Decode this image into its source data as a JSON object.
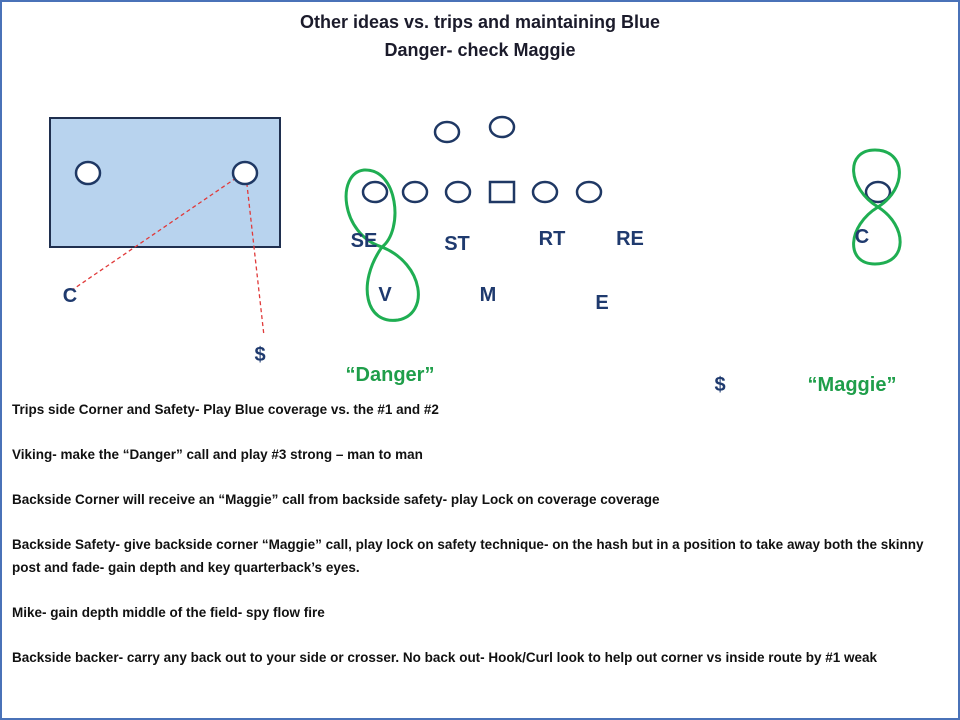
{
  "title": {
    "line1": "Other ideas vs. trips and maintaining Blue",
    "line2": "Danger- check Maggie"
  },
  "labels": {
    "se": "SE",
    "st": "ST",
    "rt": "RT",
    "re": "RE",
    "corner_right": "C",
    "corner_left": "C",
    "viking": "V",
    "mike": "M",
    "end": "E",
    "safety_left": "$",
    "safety_right": "$"
  },
  "calls": {
    "danger": "“Danger”",
    "maggie": "“Maggie”"
  },
  "notes": [
    "Trips side Corner and Safety- Play Blue coverage vs. the #1 and #2",
    "Viking- make the “Danger” call and play #3 strong – man to man",
    "Backside Corner will receive an “Maggie” call from backside safety- play Lock on coverage coverage",
    "Backside Safety- give backside corner “Maggie” call, play lock on safety technique- on the hash but in a position to take away both the skinny post and fade- gain depth and key quarterback’s eyes.",
    "Mike- gain depth middle of the field- spy flow fire",
    "Backside backer- carry any back out to your side or crosser.  No back out- Hook/Curl look to help out corner vs inside route by #1 weak"
  ],
  "colors": {
    "border": "#4a72b8",
    "trips_zone": "#b8d3ee",
    "player_stroke": "#1f3864",
    "position_text": "#1f3a6e",
    "call_text": "#1f9e4a",
    "loop": "#1fae52",
    "assignment_line": "#e03a3a"
  }
}
